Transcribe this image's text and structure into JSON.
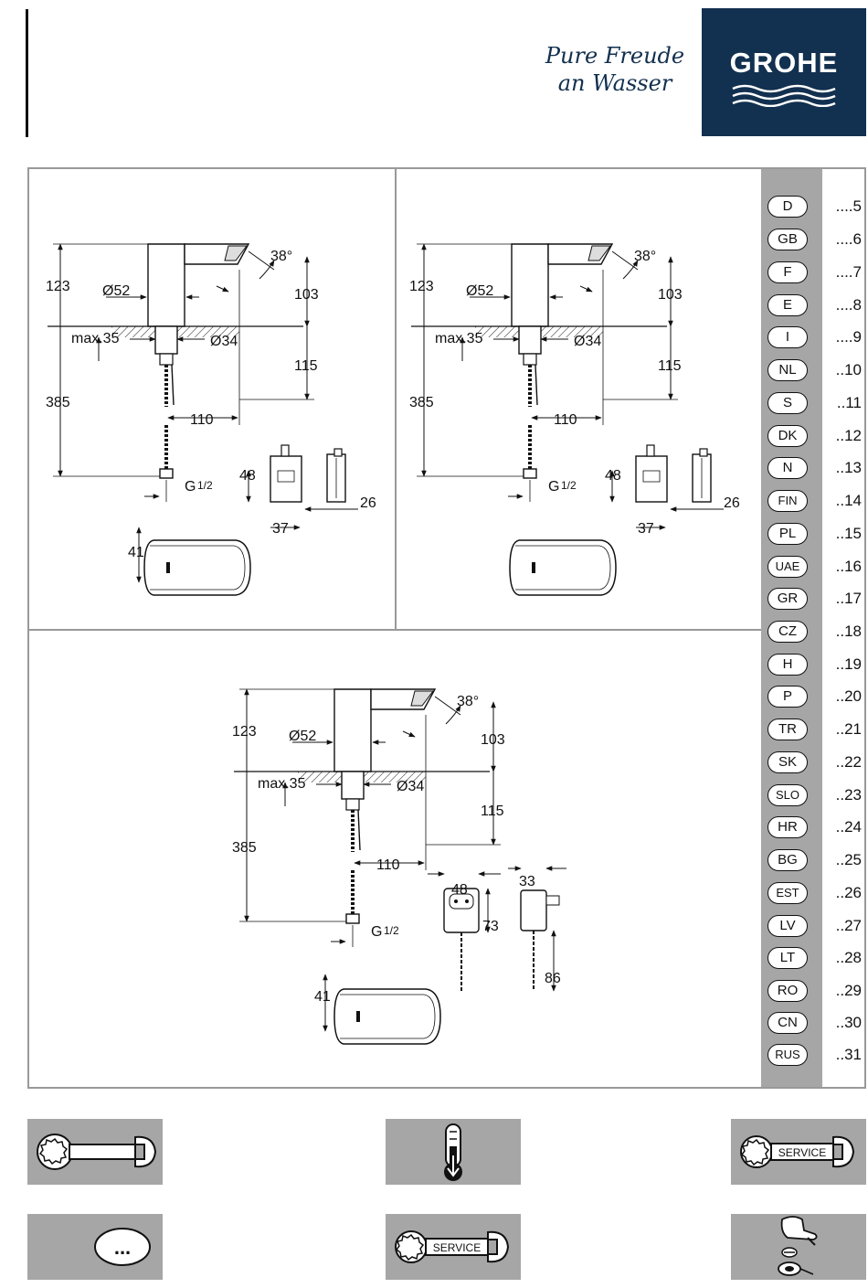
{
  "header": {
    "slogan_line1": "Pure Freude",
    "slogan_line2": "an Wasser",
    "brand": "GROHE"
  },
  "drawings": {
    "d385": "385",
    "d123": "123",
    "d103": "103",
    "d115": "115",
    "d110": "110",
    "d52": "Ø52",
    "d34": "Ø34",
    "dmax35": "max.35",
    "angle": "38°",
    "thread": "G",
    "thread_frac": "1/2",
    "box48": "48",
    "box37": "37",
    "box26": "26",
    "sensor41": "41",
    "adapter48": "48",
    "adapter33": "33",
    "adapter73": "73",
    "adapter86": "86"
  },
  "languages": [
    {
      "code": "D",
      "page": "....5"
    },
    {
      "code": "GB",
      "page": "....6"
    },
    {
      "code": "F",
      "page": "....7"
    },
    {
      "code": "E",
      "page": "....8"
    },
    {
      "code": "I",
      "page": "....9"
    },
    {
      "code": "NL",
      "page": "..10"
    },
    {
      "code": "S",
      "page": "..11"
    },
    {
      "code": "DK",
      "page": "..12"
    },
    {
      "code": "N",
      "page": "..13"
    },
    {
      "code": "FIN",
      "page": "..14"
    },
    {
      "code": "PL",
      "page": "..15"
    },
    {
      "code": "UAE",
      "page": "..16"
    },
    {
      "code": "GR",
      "page": "..17"
    },
    {
      "code": "CZ",
      "page": "..18"
    },
    {
      "code": "H",
      "page": "..19"
    },
    {
      "code": "P",
      "page": "..20"
    },
    {
      "code": "TR",
      "page": "..21"
    },
    {
      "code": "SK",
      "page": "..22"
    },
    {
      "code": "SLO",
      "page": "..23"
    },
    {
      "code": "HR",
      "page": "..24"
    },
    {
      "code": "BG",
      "page": "..25"
    },
    {
      "code": "EST",
      "page": "..26"
    },
    {
      "code": "LV",
      "page": "..27"
    },
    {
      "code": "LT",
      "page": "..28"
    },
    {
      "code": "RO",
      "page": "..29"
    },
    {
      "code": "CN",
      "page": "..30"
    },
    {
      "code": "RUS",
      "page": "..31"
    }
  ],
  "tiles": {
    "service_label": "SERVICE",
    "ellipsis": "...",
    "icons": [
      "wrench-icon",
      "thermometer-icon",
      "service-wrench-icon",
      "ellipsis-icon",
      "service-wrench-icon",
      "handle-disassembly-icon"
    ]
  },
  "colors": {
    "brand_blue": "#12304f",
    "tile_grey": "#a6a6a6",
    "frame_grey": "#999999"
  }
}
